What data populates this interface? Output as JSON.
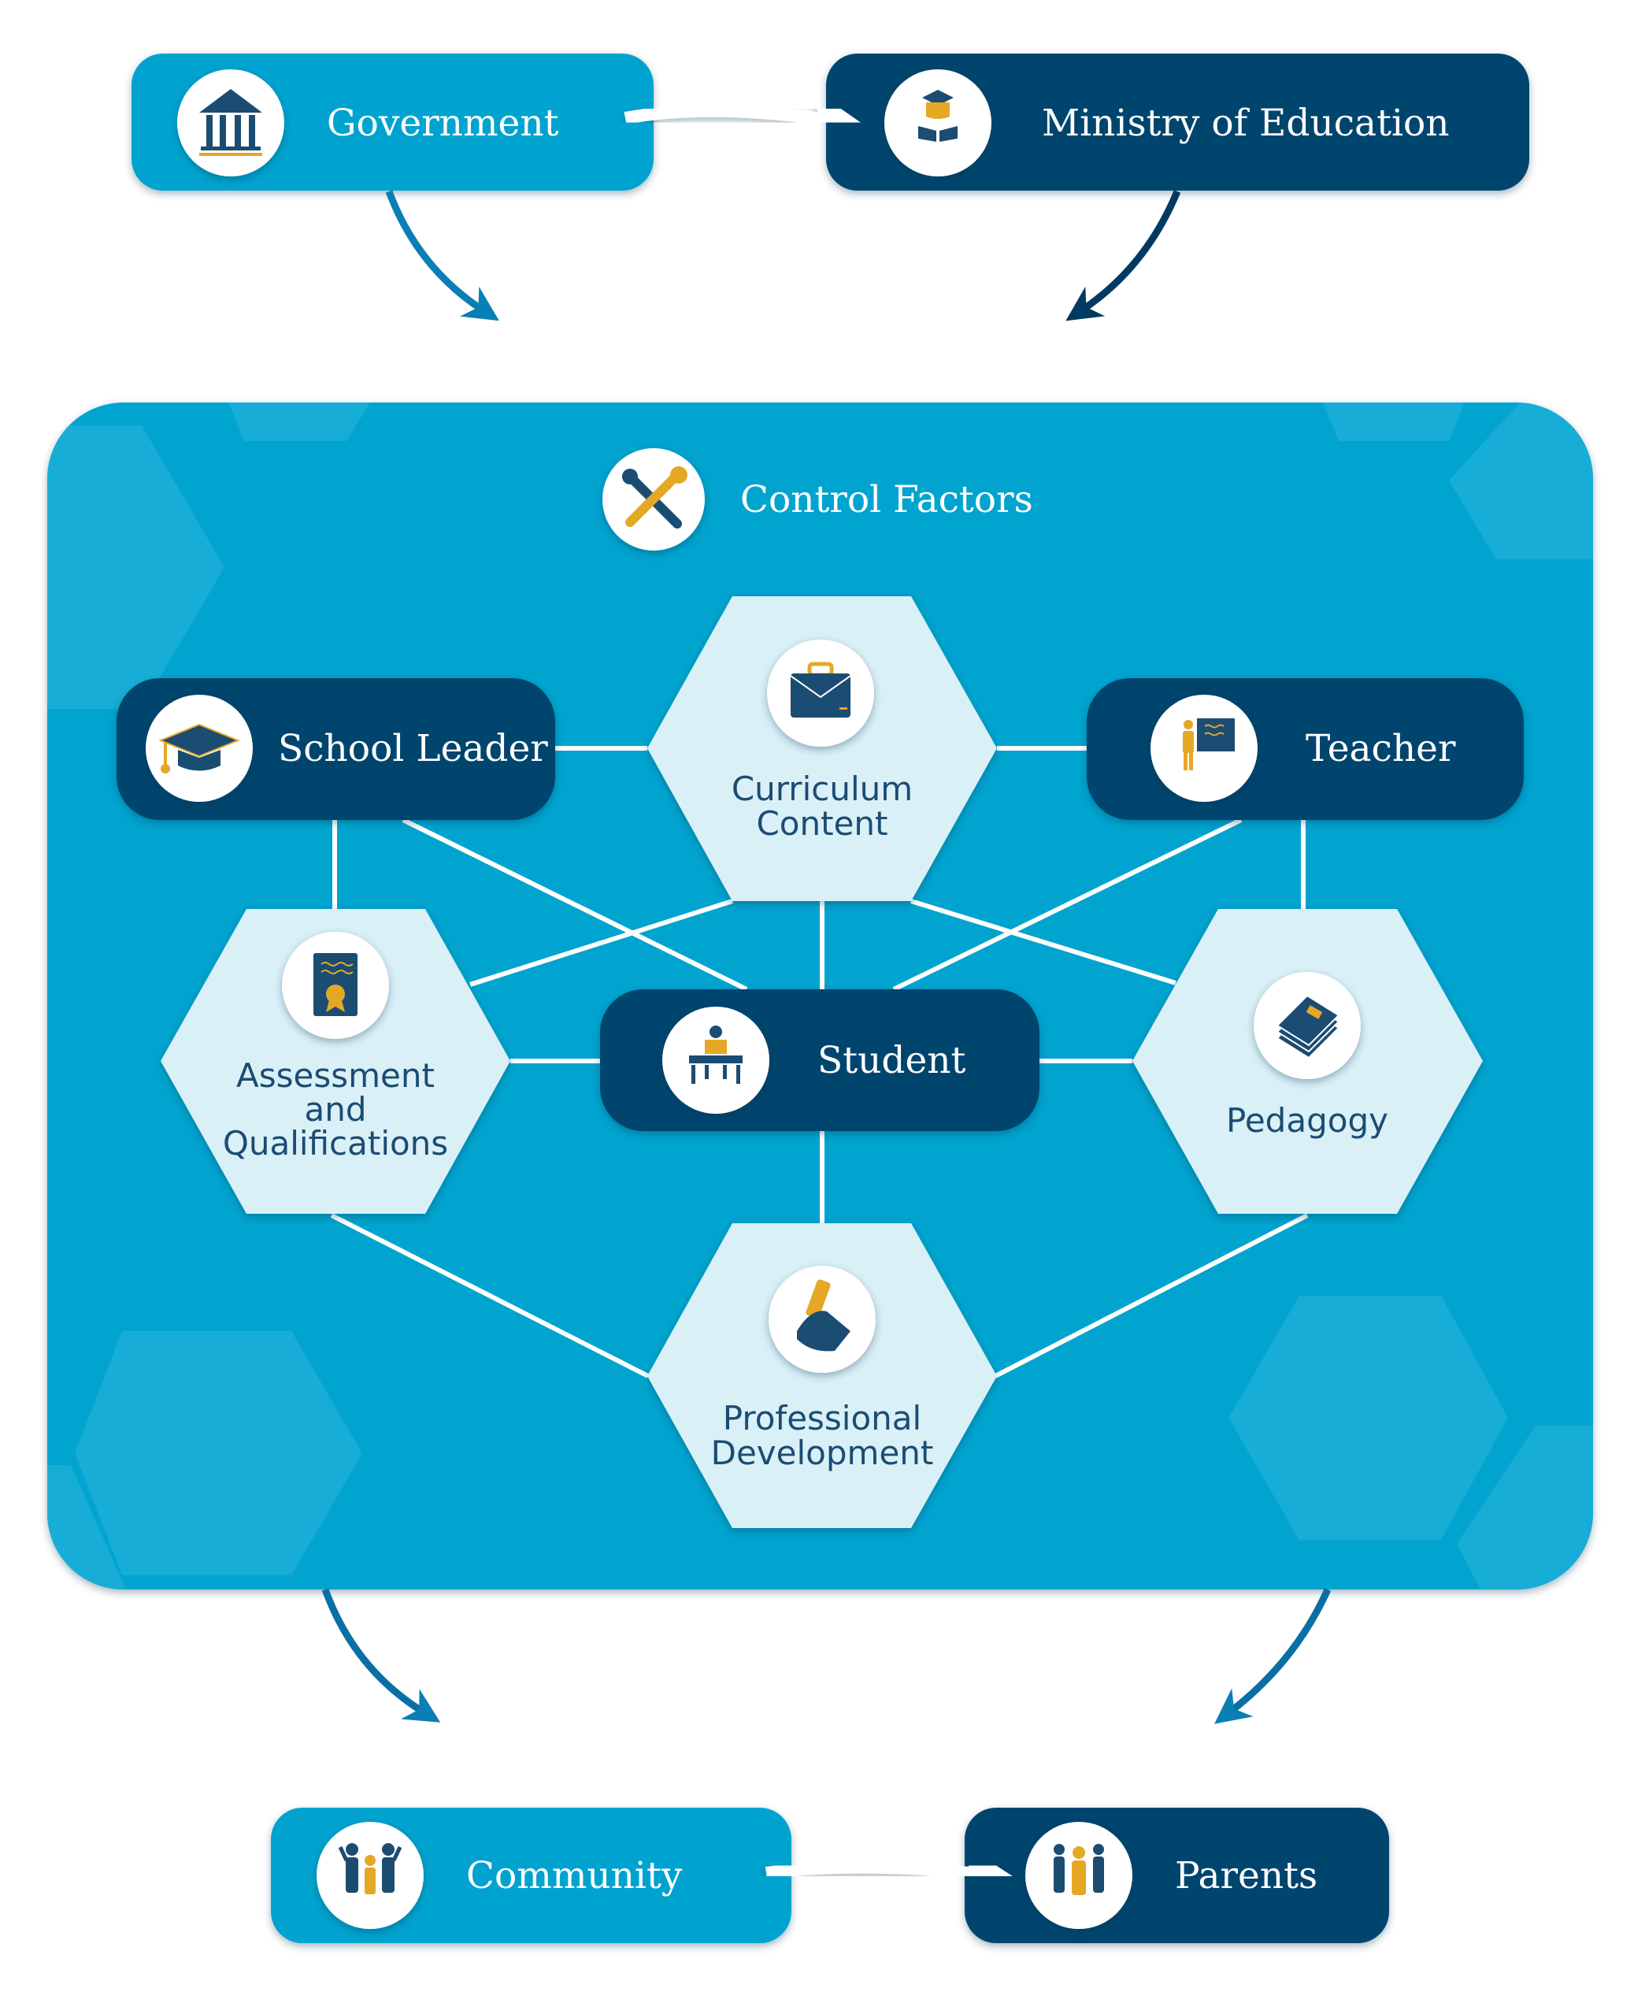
{
  "colors": {
    "light_box": "#00a3cf",
    "dark_box": "#00456e",
    "panel": "#00a4cf",
    "hex": "#d9f0f7",
    "accent": "#e5a825"
  },
  "top": {
    "government": {
      "label": "Government",
      "icon": "government-building-icon"
    },
    "ministry": {
      "label": "Ministry of Education",
      "icon": "graduate-book-icon"
    }
  },
  "panel": {
    "title": "Control Factors",
    "icon": "tools-icon",
    "school_leader": {
      "label": "School Leader",
      "icon": "mortarboard-icon"
    },
    "teacher": {
      "label": "Teacher",
      "icon": "teacher-board-icon"
    },
    "student": {
      "label": "Student",
      "icon": "student-desk-icon"
    },
    "curriculum": {
      "lines": [
        "Curriculum",
        "Content"
      ],
      "icon": "briefcase-icon"
    },
    "assessment": {
      "lines": [
        "Assessment",
        "and",
        "Qualifications"
      ],
      "icon": "certificate-icon"
    },
    "pedagogy": {
      "lines": [
        "Pedagogy"
      ],
      "icon": "books-icon"
    },
    "professional": {
      "lines": [
        "Professional",
        "Development"
      ],
      "icon": "diploma-hand-icon"
    }
  },
  "bottom": {
    "community": {
      "label": "Community",
      "icon": "community-icon"
    },
    "parents": {
      "label": "Parents",
      "icon": "family-icon"
    }
  }
}
